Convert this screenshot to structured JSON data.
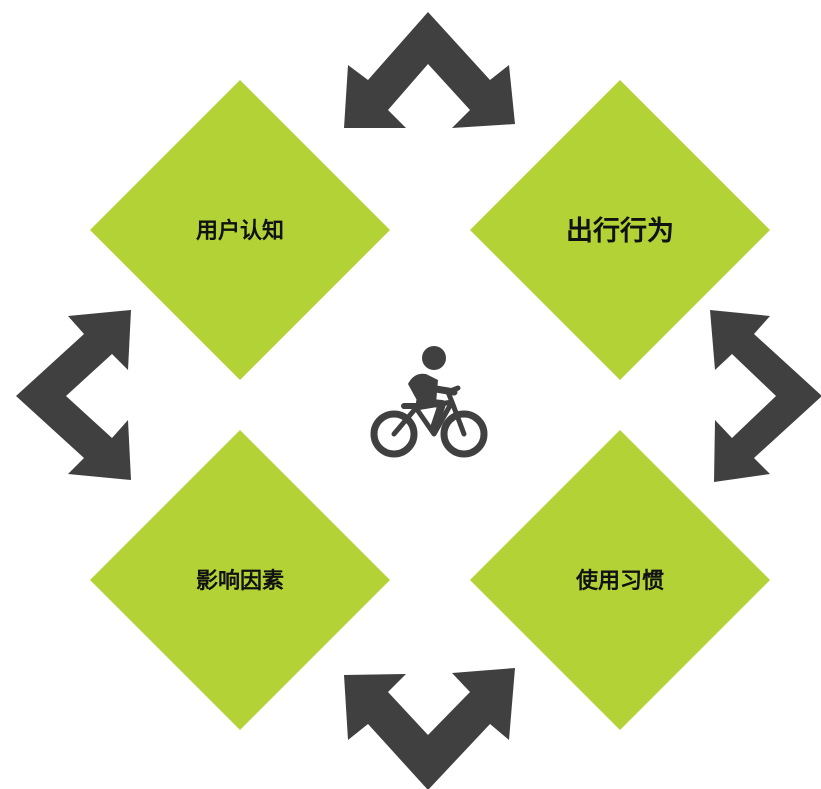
{
  "colors": {
    "diamond": "#b2d235",
    "arrow": "#404040",
    "icon": "#404040",
    "text": "#111111"
  },
  "center_icon": "bicycle-rider-icon",
  "nodes": [
    {
      "id": "user-cognition",
      "label": "用户认知"
    },
    {
      "id": "travel-behavior",
      "label": "出行行为"
    },
    {
      "id": "influence-factors",
      "label": "影响因素"
    },
    {
      "id": "usage-habits",
      "label": "使用习惯"
    }
  ],
  "arrows": [
    {
      "from": "user-cognition",
      "to": "travel-behavior",
      "direction": "bidirectional"
    },
    {
      "from": "travel-behavior",
      "to": "usage-habits",
      "direction": "bidirectional"
    },
    {
      "from": "usage-habits",
      "to": "influence-factors",
      "direction": "bidirectional"
    },
    {
      "from": "influence-factors",
      "to": "user-cognition",
      "direction": "bidirectional"
    }
  ]
}
